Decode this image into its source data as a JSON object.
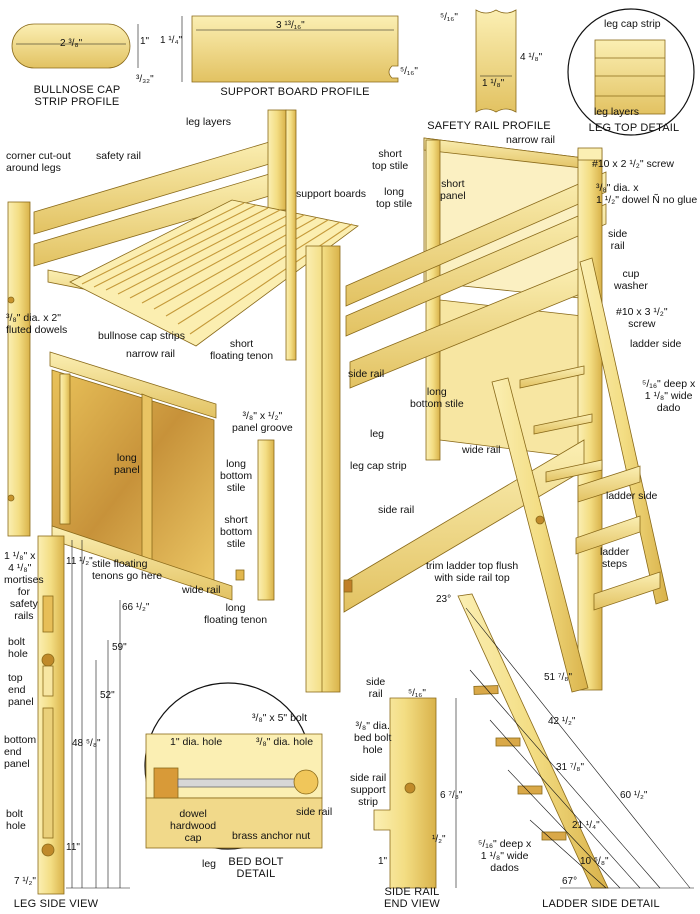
{
  "colors": {
    "wood": "#f3dd83",
    "wood_light": "#fbefb3",
    "wood_dark": "#d9b24a",
    "edge": "#8a6a1a",
    "ink": "#111111"
  },
  "titles": {
    "bullnose_profile": "BULLNOSE CAP\nSTRIP PROFILE",
    "support_profile": "SUPPORT BOARD PROFILE",
    "safety_profile": "SAFETY RAIL PROFILE",
    "leg_top_detail": "LEG TOP DETAIL",
    "leg_side_view": "LEG SIDE VIEW",
    "bed_bolt_detail": "BED BOLT\nDETAIL",
    "side_rail_end_view": "SIDE RAIL\nEND VIEW",
    "ladder_side_detail": "LADDER SIDE DETAIL"
  },
  "profile_dims": {
    "bullnose_width": "2 ³/₈\"",
    "bullnose_height": "1\"",
    "bullnose_small": "³/₃₂\"",
    "support_height": "1 ¹/₄\"",
    "support_width": "3 ¹³/₁₆\"",
    "support_groove": "⁵/₁₆\"",
    "safety_top": "⁵/₁₆\"",
    "safety_height": "4 ¹/₈\"",
    "safety_width": "1 ¹/₈\""
  },
  "leg_top_labels": {
    "strip": "leg cap strip",
    "layers": "leg layers"
  },
  "main_labels": {
    "leg_layers": "leg layers",
    "corner_cutout": "corner cut-out\naround legs",
    "safety_rail": "safety rail",
    "support_boards": "support boards",
    "short_top_stile": "short\ntop stile",
    "narrow_rail_right": "narrow rail",
    "short_panel": "short\npanel",
    "long_top_stile": "long\ntop stile",
    "fluted_dowels": "³/₈\" dia. x 2\"\nfluted dowels",
    "bullnose_cap_strips": "bullnose cap strips",
    "narrow_rail_left": "narrow rail",
    "short_floating_tenon": "short\nfloating tenon",
    "panel_groove": "³/₈\" x ¹/₂\"\npanel groove",
    "long_panel": "long\npanel",
    "long_bottom_stile_left": "long\nbottom\nstile",
    "short_bottom_stile": "short\nbottom\nstile",
    "stile_floating_tenons": "stile floating\ntenons go here",
    "wide_rail_left": "wide rail",
    "long_floating_tenon": "long\nfloating tenon",
    "leg": "leg",
    "leg_cap_strip": "leg cap strip",
    "side_rail_mid": "side rail",
    "long_bottom_stile_right": "long\nbottom stile",
    "wide_rail_right": "wide rail",
    "side_rail_lower": "side rail",
    "screw_top": "#10 x 2 ¹/₂\" screw",
    "dowel_note": "³/₈\" dia. x\n1 ¹/₂\" dowel Ñ no glue",
    "side_rail_inset": "side\nrail",
    "cup_washer": "cup\nwasher",
    "screw_bottom": "#10 x 3 ¹/₂\"\nscrew",
    "ladder_side_top": "ladder side",
    "dado_note": "⁵/₁₆\" deep x\n1 ¹/₈\" wide\ndado",
    "ladder_side_bottom": "ladder side",
    "ladder_steps": "ladder\nsteps"
  },
  "leg_side_view": {
    "mortise_size": "1 ¹/₈\" x\n4 ¹/₈\"",
    "mortise_note": "mortises\nfor\nsafety\nrails",
    "bolt_hole_top": "bolt\nhole",
    "top_end_panel": "top\nend\npanel",
    "bottom_end_panel": "bottom\nend\npanel",
    "bolt_hole_bottom": "bolt\nhole",
    "dim_11_half": "11 ¹/₂\"",
    "dim_66_half": "66 ¹/₂\"",
    "dim_59": "59\"",
    "dim_52": "52\"",
    "dim_48_5_8": "48 ⁵/₈\"",
    "dim_11": "11\"",
    "dim_7_half": "7 ¹/₂\""
  },
  "bed_bolt": {
    "bolt": "³/₈\" x 5\" bolt",
    "hole_1in": "1\" dia. hole",
    "hole_3_8": "³/₈\" dia. hole",
    "dowel_cap": "dowel\nhardwood\ncap",
    "side_rail": "side rail",
    "anchor_nut": "brass anchor nut",
    "leg": "leg"
  },
  "side_rail_end": {
    "side_rail": "side\nrail",
    "top_dim": "⁵/₁₆\"",
    "bed_bolt_hole": "³/₈\" dia.\nbed bolt\nhole",
    "support_strip": "side rail\nsupport\nstrip",
    "height": "6 ⁷/₈\"",
    "half": "¹/₂\"",
    "one": "1\""
  },
  "ladder_detail": {
    "trim_note": "trim ladder top flush\nwith side rail top",
    "angle_top": "23°",
    "angle_bottom": "67°",
    "d51": "51 ⁷/₈\"",
    "d42": "42 ¹/₂\"",
    "d31": "31 ⁷/₈\"",
    "d21": "21 ¹/₄\"",
    "d10": "10 ⁵/₈\"",
    "d60": "60 ¹/₂\"",
    "dado": "⁵/₁₆\" deep x\n1 ¹/₈\" wide\ndados"
  }
}
